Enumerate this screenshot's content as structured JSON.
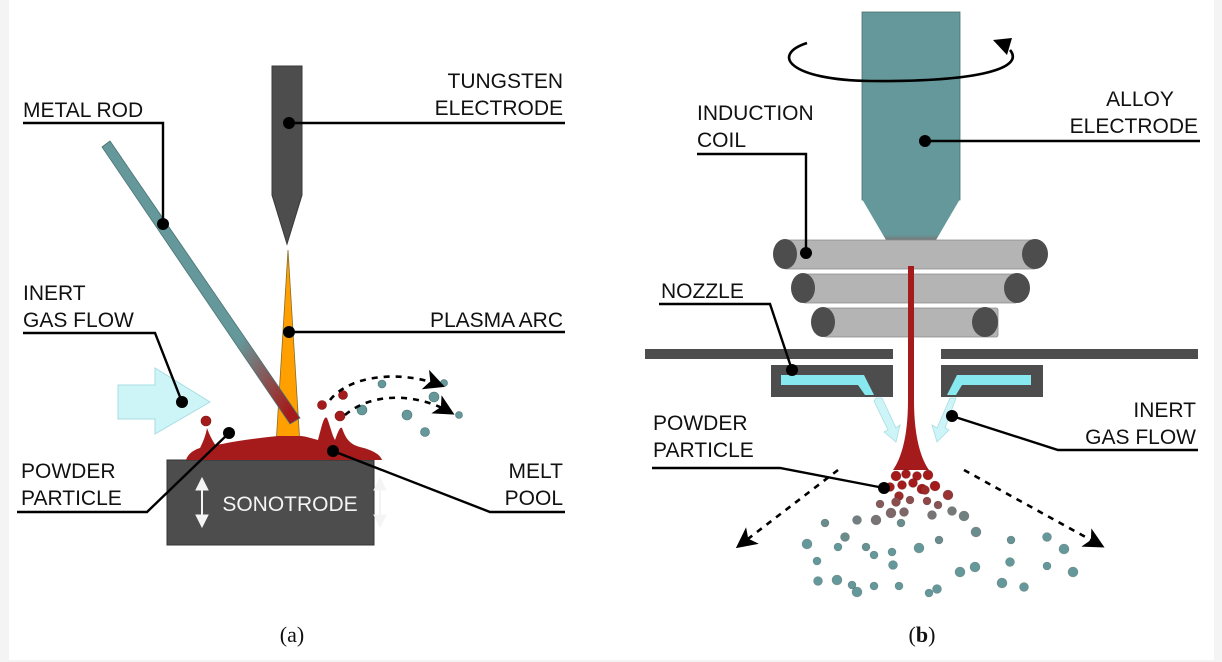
{
  "figure": {
    "panel_a": {
      "caption_open": "(",
      "caption_letter": "a",
      "caption_close": ")",
      "labels": {
        "metal_rod": "METAL ROD",
        "tungsten_electrode_1": "TUNGSTEN",
        "tungsten_electrode_2": "ELECTRODE",
        "inert_gas_flow_1": "INERT",
        "inert_gas_flow_2": "GAS FLOW",
        "plasma_arc": "PLASMA ARC",
        "powder_particle_1": "POWDER",
        "powder_particle_2": "PARTICLE",
        "melt_pool_1": "MELT",
        "melt_pool_2": "POOL",
        "sonotrode": "SONOTRODE"
      }
    },
    "panel_b": {
      "caption_open": "(",
      "caption_letter": "b",
      "caption_close": ")",
      "labels": {
        "induction_coil_1": "INDUCTION",
        "induction_coil_2": "COIL",
        "alloy_electrode_1": "ALLOY",
        "alloy_electrode_2": "ELECTRODE",
        "nozzle": "NOZZLE",
        "powder_particle_1": "POWDER",
        "powder_particle_2": "PARTICLE",
        "inert_gas_flow_1": "INERT",
        "inert_gas_flow_2": "GAS FLOW"
      }
    },
    "colors": {
      "electrode_dark": "#4d4d4d",
      "teal": "#65989a",
      "molten_red": "#a51b1b",
      "plasma_orange": "#ffa000",
      "gas_light_blue": "#cdf5f8",
      "gas_cyan": "#88e8f0",
      "coil_gray": "#b4b4b4"
    }
  }
}
